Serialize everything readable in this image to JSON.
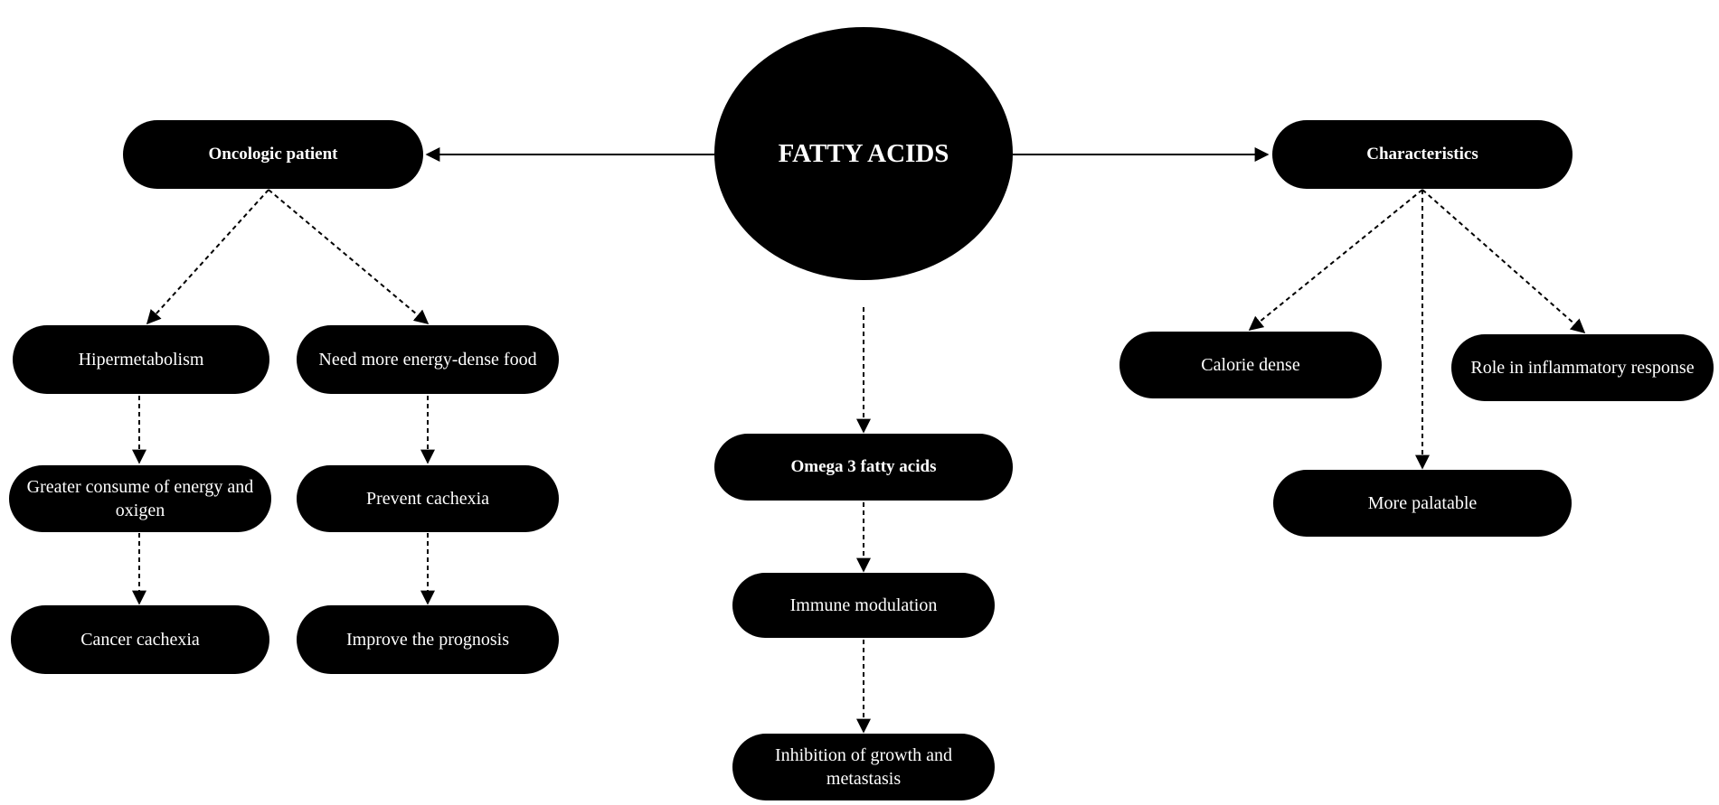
{
  "hub": {
    "label": "FATTY ACIDS"
  },
  "left": {
    "title": "Oncologic patient",
    "children": [
      {
        "label": "Hipermetabolism",
        "chain": [
          "Greater consume of energy and oxigen",
          "Cancer cachexia"
        ]
      },
      {
        "label": "Need more energy-dense food",
        "chain": [
          "Prevent cachexia",
          "Improve the prognosis"
        ]
      }
    ]
  },
  "center": {
    "title": "Omega 3 fatty acids",
    "chain": [
      "Immune modulation",
      "Inhibition of growth and metastasis"
    ]
  },
  "right": {
    "title": "Characteristics",
    "children": [
      "Calorie dense",
      "More palatable",
      "Role in inflammatory response"
    ]
  },
  "colors": {
    "node_fill": "#000000",
    "node_text": "#ffffff",
    "connector": "#000000"
  }
}
